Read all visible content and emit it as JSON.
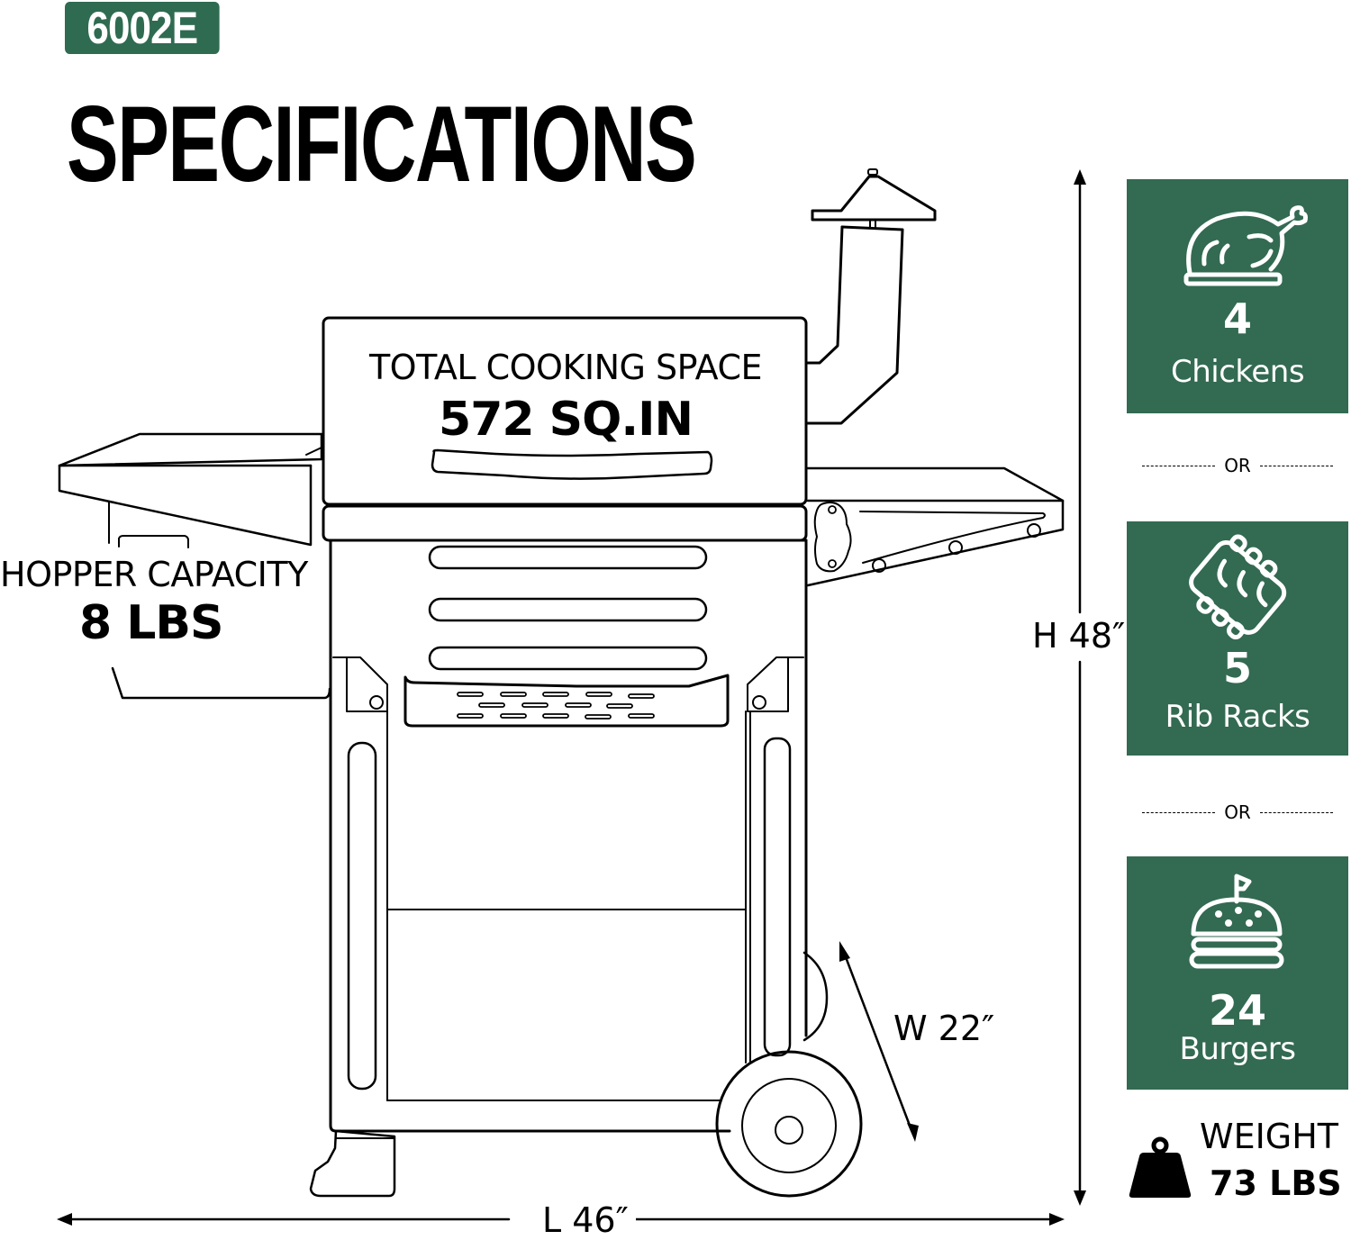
{
  "header": {
    "model": "6002E",
    "title": "SPECIFICATIONS"
  },
  "cooking_space": {
    "label": "TOTAL COOKING SPACE",
    "value": "572 SQ.IN"
  },
  "hopper": {
    "label": "HOPPER CAPACITY",
    "value": "8 LBS"
  },
  "dimensions": {
    "height": "H 48″",
    "width": "W 22″",
    "length": "L 46″"
  },
  "capacity_cards": [
    {
      "icon": "roast-chicken-icon",
      "count": "4",
      "label": "Chickens"
    },
    {
      "icon": "rib-rack-icon",
      "count": "5",
      "label": "Rib Racks"
    },
    {
      "icon": "burger-icon",
      "count": "24",
      "label": "Burgers"
    }
  ],
  "separators": {
    "or_label": "OR"
  },
  "weight": {
    "icon": "weight-icon",
    "label": "WEIGHT",
    "value": "73 LBS"
  },
  "colors": {
    "brand_green": "#336a52",
    "badge_green": "#2f6b51",
    "text": "#000000",
    "background": "#ffffff"
  }
}
